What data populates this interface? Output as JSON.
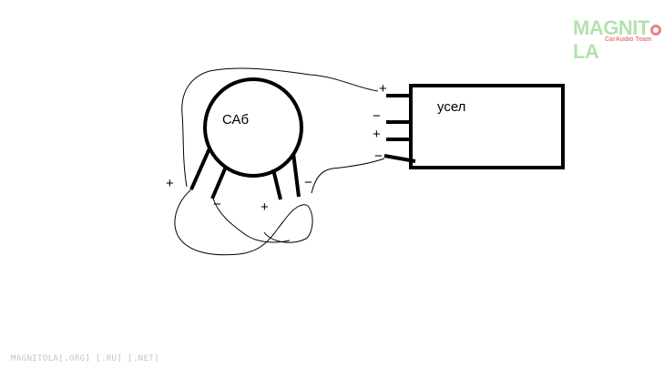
{
  "diagram": {
    "subwoofer_label": "САб",
    "amplifier_label": "усел",
    "sub_terminal_signs": [
      "+",
      "−",
      "+",
      "−"
    ],
    "amp_terminal_signs": [
      "+",
      "−",
      "+",
      "−"
    ]
  },
  "watermark": {
    "logo_text_left": "MAGNIT",
    "logo_text_right": "LA",
    "logo_subtitle": "CarAudio Team",
    "footer": "MAGNITOLA[.ORG] [.RU] [.NET]"
  },
  "colors": {
    "ink": "#000000",
    "watermark_green": "#a8dca0",
    "watermark_red": "#e07070",
    "watermark_gray": "#b9c6d2"
  }
}
